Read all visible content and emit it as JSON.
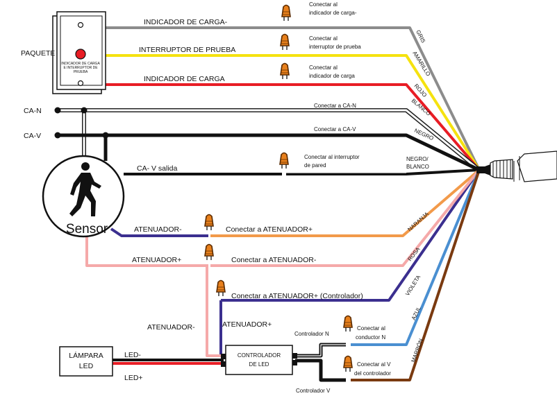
{
  "labels": {
    "paquete": "PAQUETE",
    "panel_text_1": "INDICADOR DE CARGA",
    "panel_text_2": "E INTERRUPTOR DE",
    "panel_text_3": "PRUEBA",
    "ca_n": "CA-N",
    "ca_v": "CA-V",
    "sensor": "Sensor",
    "wire_ind_carga_neg": "INDICADOR DE CARGA-",
    "wire_interruptor": "INTERRUPTOR DE PRUEBA",
    "wire_ind_carga": "INDICADOR DE CARGA",
    "conn_ind_neg_1": "Conectar al",
    "conn_ind_neg_2": "indicador de carga-",
    "conn_interr_1": "Conectar al",
    "conn_interr_2": "interruptor de prueba",
    "conn_ind_1": "Conectar al",
    "conn_ind_2": "indicador de carga",
    "conn_can": "Conectar a CA-N",
    "conn_cav": "Conectar a CA-V",
    "ca_v_salida": "CA- V salida",
    "conn_pared_1": "Conectar al interruptor",
    "conn_pared_2": "de pared",
    "atenuador_neg": "ATENUADOR-",
    "conn_atenuador_pos": "Conectar a ATENUADOR+",
    "atenuador_pos": "ATENUADOR+",
    "conn_atenuador_neg": "Conectar a ATENUADOR-",
    "conn_atenuador_ctrl": "Conectar a ATENUADOR+ (Controlador)",
    "atenuador_neg_2": "ATENUADOR-",
    "atenuador_pos_2": "ATENUADOR+",
    "controlador_n": "Controlador N",
    "conn_conductor_1": "Conectar al",
    "conn_conductor_2": "conductor N",
    "conn_vctrl_1": "Conectar al V",
    "conn_vctrl_2": "del controlador",
    "controlador_v": "Controlador V",
    "lampara_1": "LÁMPARA",
    "lampara_2": "LED",
    "led_neg": "LED-",
    "led_pos": "LED+",
    "ctrl_1": "CONTROLADOR",
    "ctrl_2": "DE LED"
  },
  "wire_colors": {
    "gris": "GRIS",
    "amarillo": "AMARILLO",
    "rojo": "ROJO",
    "blanco": "BLANCO",
    "negro": "NEGRO",
    "negro_blanco_1": "NEGRO/",
    "negro_blanco_2": "BLANCO",
    "naranja": "NARANJA",
    "rosa": "ROSA",
    "violeta": "VIOLETA",
    "azul": "AZUL",
    "marron": "MARRÓN"
  },
  "colors": {
    "gray": "#8c8c8c",
    "yellow": "#f5e20f",
    "red": "#e81d25",
    "black": "#111111",
    "orange": "#f29a4a",
    "pink": "#f5a9a9",
    "violet": "#3b2f8f",
    "blue": "#4a8fd1",
    "brown": "#7a3a10",
    "nut": "#e8801c"
  }
}
